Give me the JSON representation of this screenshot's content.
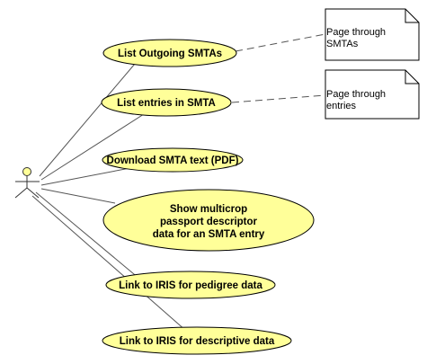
{
  "diagram": {
    "type": "use-case",
    "use_cases": [
      {
        "id": "list-outgoing-smtas",
        "lines": [
          "List Outgoing SMTAs"
        ]
      },
      {
        "id": "list-entries-in-smta",
        "lines": [
          "List entries in SMTA"
        ]
      },
      {
        "id": "download-smta-text",
        "lines": [
          "Download SMTA text (PDF)"
        ]
      },
      {
        "id": "show-multicrop-passport",
        "lines": [
          "Show multicrop",
          "passport descriptor",
          "data for an SMTA entry"
        ]
      },
      {
        "id": "link-iris-pedigree",
        "lines": [
          "Link to IRIS for pedigree data"
        ]
      },
      {
        "id": "link-iris-descriptive",
        "lines": [
          "Link to IRIS for descriptive data"
        ]
      }
    ],
    "notes": [
      {
        "id": "page-through-smtas",
        "lines": [
          "Page through",
          "SMTAs"
        ],
        "attached_to": "list-outgoing-smtas"
      },
      {
        "id": "page-through-entries",
        "lines": [
          "Page through",
          "entries"
        ],
        "attached_to": "list-entries-in-smta"
      }
    ],
    "colors": {
      "use_case_fill": "#ffff99",
      "use_case_stroke": "#000000",
      "note_fill": "#ffffff",
      "line": "#555555",
      "actor": "#333333",
      "actor_head": "#ffff99"
    }
  }
}
